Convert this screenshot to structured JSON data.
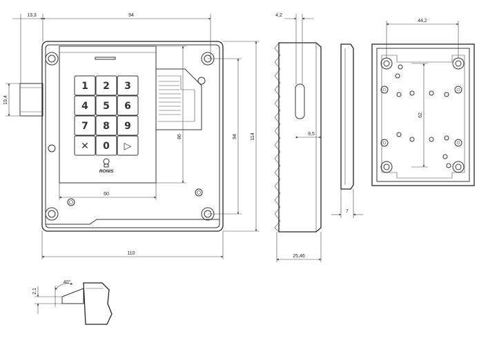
{
  "front_view": {
    "dims": {
      "bolt_offset": "13,3",
      "overall_inner_width": "94",
      "bolt_height": "19,4",
      "keypad_to_hole": "86",
      "hole_spacing": "94",
      "overall_height": "114",
      "keypad_width": "60",
      "overall_width": "110"
    },
    "keypad_keys": [
      "1",
      "2",
      "3",
      "4",
      "5",
      "6",
      "7",
      "8",
      "9",
      "✕",
      "0",
      "▷"
    ],
    "brand_label": "RONIS"
  },
  "side_view": {
    "dims": {
      "face_offset": "4,2",
      "slot_depth": "9,5",
      "depth": "25,46"
    }
  },
  "strike_view": {
    "dims": {
      "plate_thickness": "7"
    }
  },
  "back_view": {
    "dims": {
      "hole_width": "44,2",
      "hole_height": "62"
    }
  },
  "bolt_detail": {
    "dims": {
      "angle": "40°",
      "thickness": "2,1"
    }
  }
}
